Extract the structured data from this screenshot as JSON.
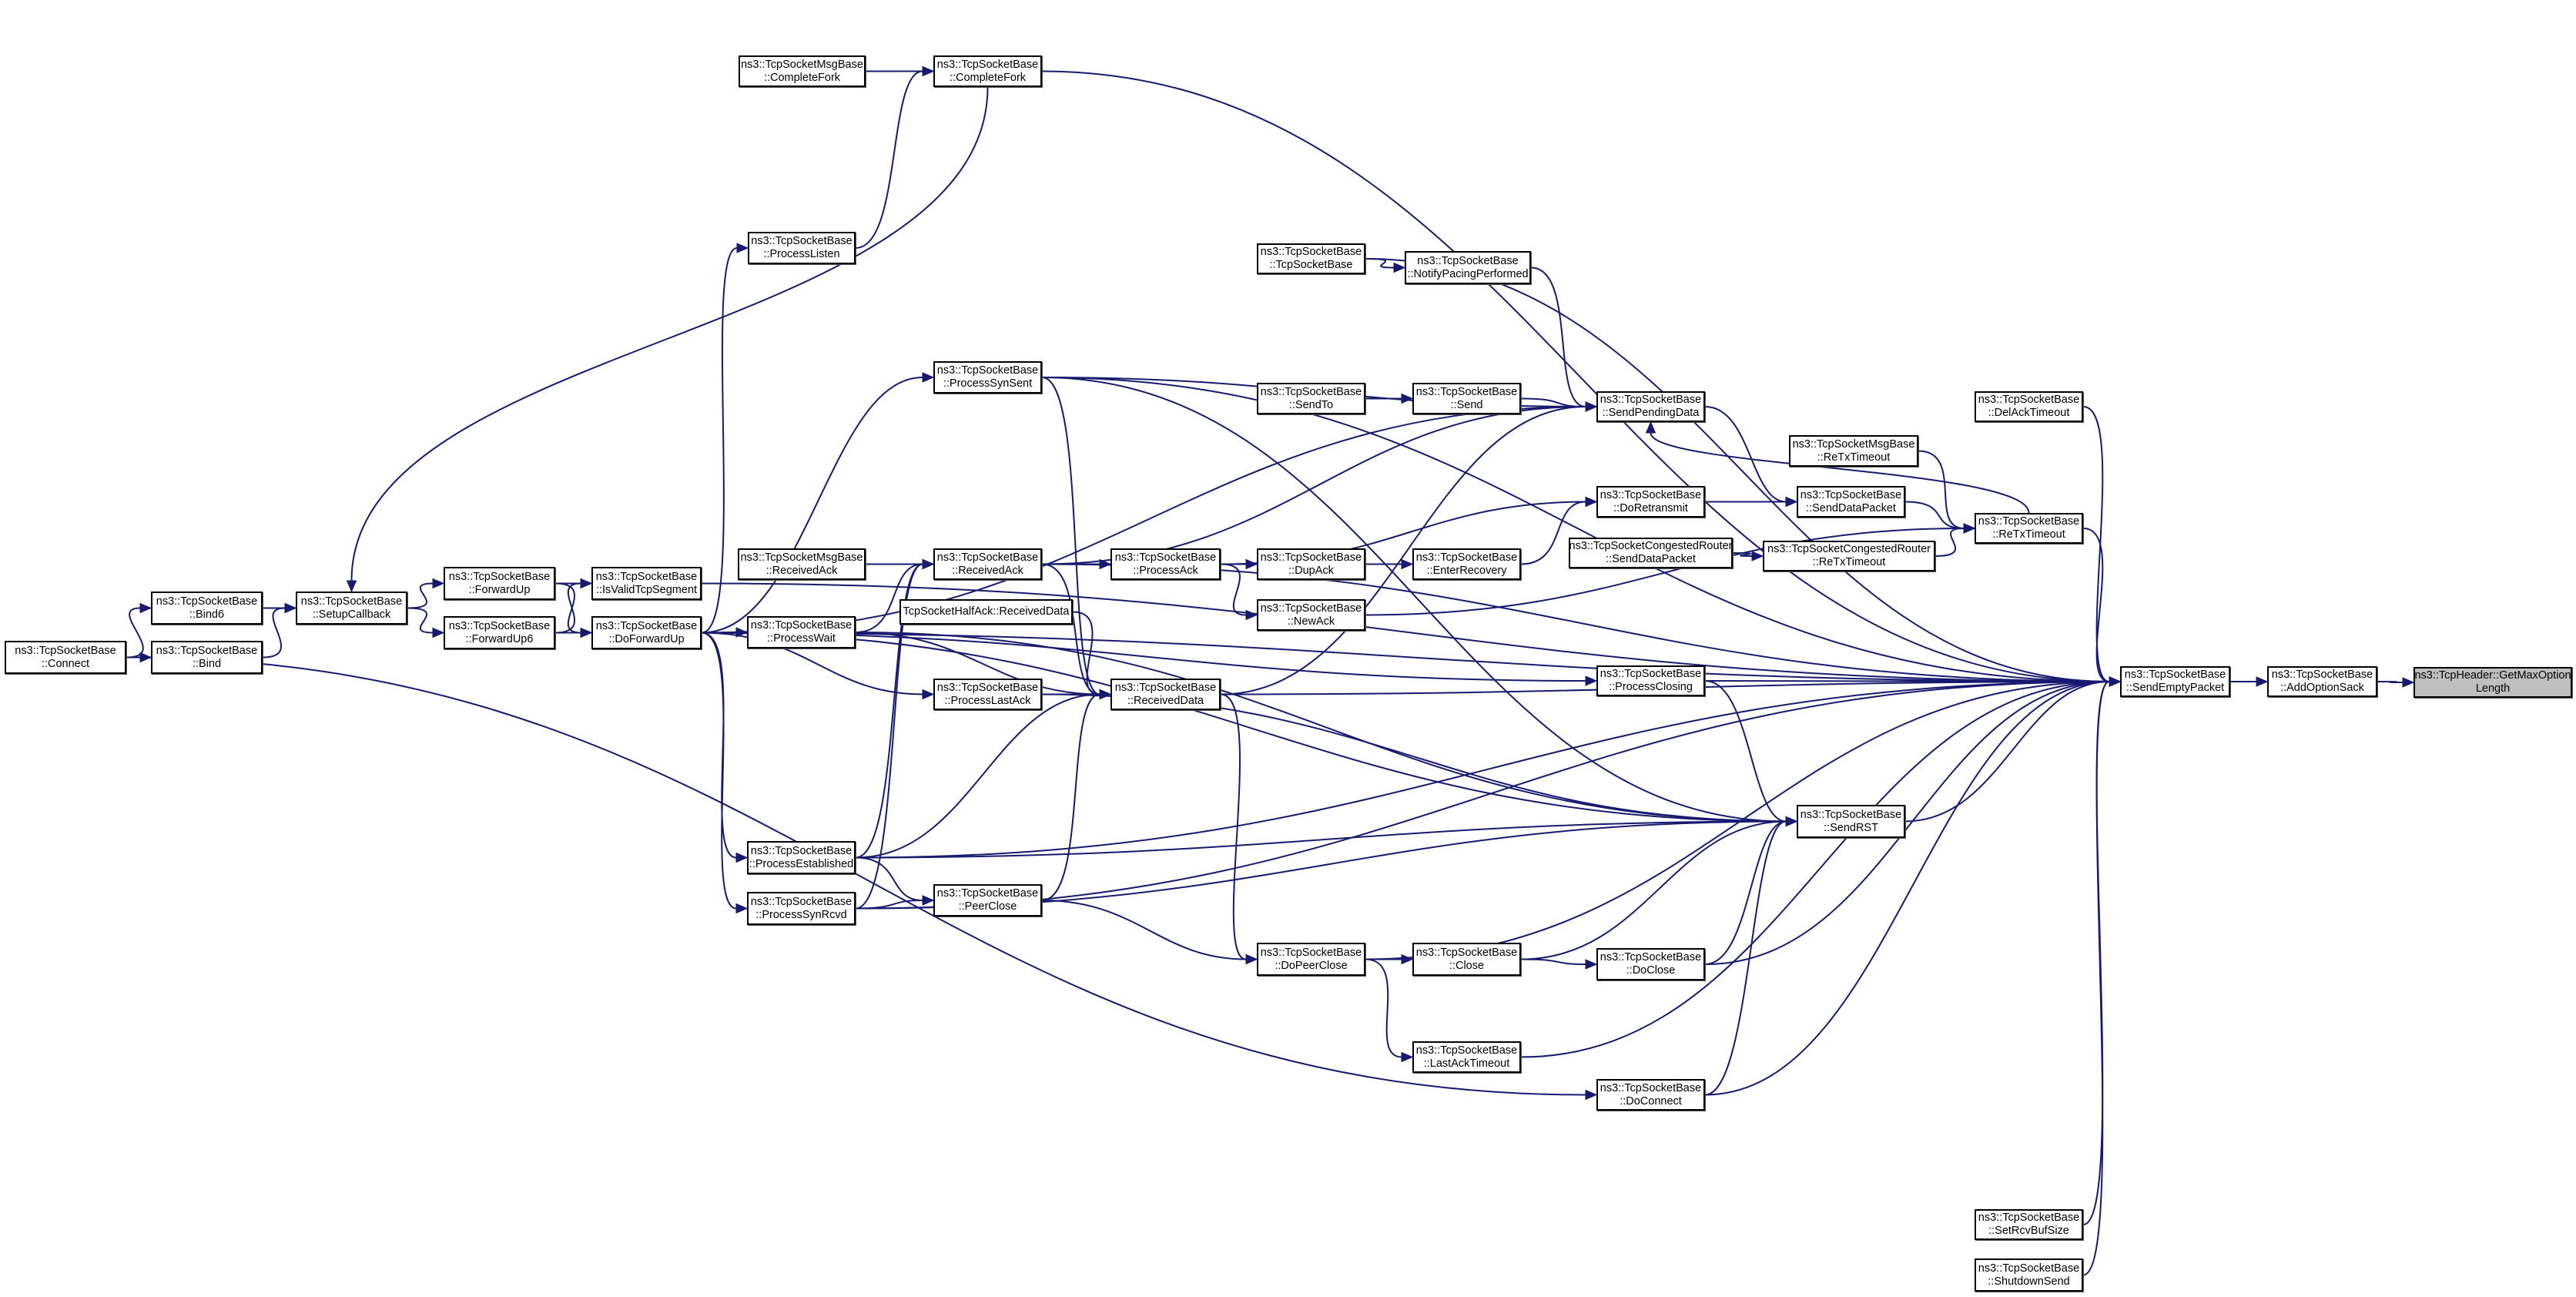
{
  "graph": {
    "type": "caller-graph",
    "colors": {
      "edge": "#191970",
      "node_border": "#000000",
      "node_fill": "#ffffff",
      "root_fill": "#bfbfbf"
    },
    "root": "GetMaxOptionLength",
    "nodes": [
      {
        "id": "Connect",
        "line1": "ns3::TcpSocketBase",
        "line2": "::Connect"
      },
      {
        "id": "Bind6",
        "line1": "ns3::TcpSocketBase",
        "line2": "::Bind6"
      },
      {
        "id": "Bind",
        "line1": "ns3::TcpSocketBase",
        "line2": "::Bind"
      },
      {
        "id": "SetupCallback",
        "line1": "ns3::TcpSocketBase",
        "line2": "::SetupCallback"
      },
      {
        "id": "ForwardUp",
        "line1": "ns3::TcpSocketBase",
        "line2": "::ForwardUp"
      },
      {
        "id": "ForwardUp6",
        "line1": "ns3::TcpSocketBase",
        "line2": "::ForwardUp6"
      },
      {
        "id": "IsValidTcpSegment",
        "line1": "ns3::TcpSocketBase",
        "line2": "::IsValidTcpSegment"
      },
      {
        "id": "DoForwardUp",
        "line1": "ns3::TcpSocketBase",
        "line2": "::DoForwardUp"
      },
      {
        "id": "MsgCompleteFork",
        "line1": "ns3::TcpSocketMsgBase",
        "line2": "::CompleteFork"
      },
      {
        "id": "CompleteFork",
        "line1": "ns3::TcpSocketBase",
        "line2": "::CompleteFork"
      },
      {
        "id": "ProcessListen",
        "line1": "ns3::TcpSocketBase",
        "line2": "::ProcessListen"
      },
      {
        "id": "ProcessSynSent",
        "line1": "ns3::TcpSocketBase",
        "line2": "::ProcessSynSent"
      },
      {
        "id": "MsgReceivedAck",
        "line1": "ns3::TcpSocketMsgBase",
        "line2": "::ReceivedAck"
      },
      {
        "id": "ReceivedAck",
        "line1": "ns3::TcpSocketBase",
        "line2": "::ReceivedAck"
      },
      {
        "id": "ProcessWait",
        "line1": "ns3::TcpSocketBase",
        "line2": "::ProcessWait"
      },
      {
        "id": "HalfAckReceivedData",
        "line1": "TcpSocketHalfAck::ReceivedData",
        "line2": ""
      },
      {
        "id": "ProcessLastAck",
        "line1": "ns3::TcpSocketBase",
        "line2": "::ProcessLastAck"
      },
      {
        "id": "ProcessAck",
        "line1": "ns3::TcpSocketBase",
        "line2": "::ProcessAck"
      },
      {
        "id": "ReceivedData",
        "line1": "ns3::TcpSocketBase",
        "line2": "::ReceivedData"
      },
      {
        "id": "ProcessEstablished",
        "line1": "ns3::TcpSocketBase",
        "line2": "::ProcessEstablished"
      },
      {
        "id": "ProcessSynRcvd",
        "line1": "ns3::TcpSocketBase",
        "line2": "::ProcessSynRcvd"
      },
      {
        "id": "PeerClose",
        "line1": "ns3::TcpSocketBase",
        "line2": "::PeerClose"
      },
      {
        "id": "DoPeerClose",
        "line1": "ns3::TcpSocketBase",
        "line2": "::DoPeerClose"
      },
      {
        "id": "Close",
        "line1": "ns3::TcpSocketBase",
        "line2": "::Close"
      },
      {
        "id": "DoClose",
        "line1": "ns3::TcpSocketBase",
        "line2": "::DoClose"
      },
      {
        "id": "LastAckTimeout",
        "line1": "ns3::TcpSocketBase",
        "line2": "::LastAckTimeout"
      },
      {
        "id": "DoConnect",
        "line1": "ns3::TcpSocketBase",
        "line2": "::DoConnect"
      },
      {
        "id": "Ctor",
        "line1": "ns3::TcpSocketBase",
        "line2": "::TcpSocketBase"
      },
      {
        "id": "NotifyPacingPerformed",
        "line1": "ns3::TcpSocketBase",
        "line2": "::NotifyPacingPerformed"
      },
      {
        "id": "SendTo",
        "line1": "ns3::TcpSocketBase",
        "line2": "::SendTo"
      },
      {
        "id": "Send",
        "line1": "ns3::TcpSocketBase",
        "line2": "::Send"
      },
      {
        "id": "SendPendingData",
        "line1": "ns3::TcpSocketBase",
        "line2": "::SendPendingData"
      },
      {
        "id": "DoRetransmit",
        "line1": "ns3::TcpSocketBase",
        "line2": "::DoRetransmit"
      },
      {
        "id": "DupAck",
        "line1": "ns3::TcpSocketBase",
        "line2": "::DupAck"
      },
      {
        "id": "EnterRecovery",
        "line1": "ns3::TcpSocketBase",
        "line2": "::EnterRecovery"
      },
      {
        "id": "NewAck",
        "line1": "ns3::TcpSocketBase",
        "line2": "::NewAck"
      },
      {
        "id": "CRSendDataPacket",
        "line1": "ns3::TcpSocketCongestedRouter",
        "line2": "::SendDataPacket"
      },
      {
        "id": "SendDataPacket",
        "line1": "ns3::TcpSocketBase",
        "line2": "::SendDataPacket"
      },
      {
        "id": "MsgReTxTimeout",
        "line1": "ns3::TcpSocketMsgBase",
        "line2": "::ReTxTimeout"
      },
      {
        "id": "CRReTxTimeout",
        "line1": "ns3::TcpSocketCongestedRouter",
        "line2": "::ReTxTimeout"
      },
      {
        "id": "ReTxTimeout",
        "line1": "ns3::TcpSocketBase",
        "line2": "::ReTxTimeout"
      },
      {
        "id": "DelAckTimeout",
        "line1": "ns3::TcpSocketBase",
        "line2": "::DelAckTimeout"
      },
      {
        "id": "ProcessClosing",
        "line1": "ns3::TcpSocketBase",
        "line2": "::ProcessClosing"
      },
      {
        "id": "SendRST",
        "line1": "ns3::TcpSocketBase",
        "line2": "::SendRST"
      },
      {
        "id": "SendEmptyPacket",
        "line1": "ns3::TcpSocketBase",
        "line2": "::SendEmptyPacket"
      },
      {
        "id": "AddOptionSack",
        "line1": "ns3::TcpSocketBase",
        "line2": "::AddOptionSack"
      },
      {
        "id": "GetMaxOptionLength",
        "line1": "ns3::TcpHeader::GetMaxOption",
        "line2": "Length"
      },
      {
        "id": "SetRcvBufSize",
        "line1": "ns3::TcpSocketBase",
        "line2": "::SetRcvBufSize"
      },
      {
        "id": "ShutdownSend",
        "line1": "ns3::TcpSocketBase",
        "line2": "::ShutdownSend"
      }
    ],
    "edges": [
      [
        "Connect",
        "Bind6"
      ],
      [
        "Connect",
        "Bind"
      ],
      [
        "Connect",
        "DoConnect"
      ],
      [
        "Bind6",
        "SetupCallback"
      ],
      [
        "Bind",
        "SetupCallback"
      ],
      [
        "SetupCallback",
        "ForwardUp"
      ],
      [
        "SetupCallback",
        "ForwardUp6"
      ],
      [
        "CompleteFork",
        "SetupCallback"
      ],
      [
        "ForwardUp",
        "IsValidTcpSegment"
      ],
      [
        "ForwardUp",
        "DoForwardUp"
      ],
      [
        "ForwardUp6",
        "IsValidTcpSegment"
      ],
      [
        "ForwardUp6",
        "DoForwardUp"
      ],
      [
        "IsValidTcpSegment",
        "SendEmptyPacket"
      ],
      [
        "MsgCompleteFork",
        "CompleteFork"
      ],
      [
        "ProcessListen",
        "CompleteFork"
      ],
      [
        "CompleteFork",
        "SendEmptyPacket"
      ],
      [
        "DoForwardUp",
        "ProcessListen"
      ],
      [
        "DoForwardUp",
        "ProcessSynSent"
      ],
      [
        "DoForwardUp",
        "ProcessWait"
      ],
      [
        "DoForwardUp",
        "ProcessLastAck"
      ],
      [
        "DoForwardUp",
        "ProcessEstablished"
      ],
      [
        "DoForwardUp",
        "ProcessSynRcvd"
      ],
      [
        "DoForwardUp",
        "SendPendingData"
      ],
      [
        "DoForwardUp",
        "SendEmptyPacket"
      ],
      [
        "DoForwardUp",
        "ProcessClosing"
      ],
      [
        "DoForwardUp",
        "SendRST"
      ],
      [
        "ProcessSynSent",
        "SendPendingData"
      ],
      [
        "ProcessSynSent",
        "SendEmptyPacket"
      ],
      [
        "ProcessSynSent",
        "ReceivedData"
      ],
      [
        "ProcessSynSent",
        "SendRST"
      ],
      [
        "MsgReceivedAck",
        "ReceivedAck"
      ],
      [
        "ProcessWait",
        "ReceivedAck"
      ],
      [
        "ProcessEstablished",
        "ReceivedAck"
      ],
      [
        "ProcessSynRcvd",
        "ReceivedAck"
      ],
      [
        "ReceivedAck",
        "ProcessAck"
      ],
      [
        "ReceivedAck",
        "SendPendingData"
      ],
      [
        "ReceivedAck",
        "ReceivedData"
      ],
      [
        "ReceivedAck",
        "SendEmptyPacket"
      ],
      [
        "ProcessAck",
        "DupAck"
      ],
      [
        "ProcessAck",
        "NewAck"
      ],
      [
        "ProcessAck",
        "DoRetransmit"
      ],
      [
        "DupAck",
        "EnterRecovery"
      ],
      [
        "EnterRecovery",
        "DoRetransmit"
      ],
      [
        "DoRetransmit",
        "SendDataPacket"
      ],
      [
        "SendDataPacket",
        "ReTxTimeout"
      ],
      [
        "NewAck",
        "ReTxTimeout"
      ],
      [
        "Ctor",
        "NotifyPacingPerformed"
      ],
      [
        "Ctor",
        "SendEmptyPacket"
      ],
      [
        "NotifyPacingPerformed",
        "SendPendingData"
      ],
      [
        "SendTo",
        "Send"
      ],
      [
        "Send",
        "SendPendingData"
      ],
      [
        "SendPendingData",
        "SendDataPacket"
      ],
      [
        "ReTxTimeout",
        "SendPendingData"
      ],
      [
        "ReTxTimeout",
        "SendEmptyPacket"
      ],
      [
        "DelAckTimeout",
        "SendEmptyPacket"
      ],
      [
        "MsgReTxTimeout",
        "ReTxTimeout"
      ],
      [
        "CRReTxTimeout",
        "ReTxTimeout"
      ],
      [
        "CRSendDataPacket",
        "CRReTxTimeout"
      ],
      [
        "HalfAckReceivedData",
        "ReceivedData"
      ],
      [
        "ProcessWait",
        "ReceivedData"
      ],
      [
        "ProcessLastAck",
        "ReceivedData"
      ],
      [
        "ProcessEstablished",
        "ReceivedData"
      ],
      [
        "PeerClose",
        "ReceivedData"
      ],
      [
        "ReceivedData",
        "SendEmptyPacket"
      ],
      [
        "ReceivedData",
        "DoPeerClose"
      ],
      [
        "ReceivedData",
        "SendPendingData"
      ],
      [
        "ProcessWait",
        "SendRST"
      ],
      [
        "ProcessLastAck",
        "SendRST"
      ],
      [
        "ProcessEstablished",
        "SendRST"
      ],
      [
        "ProcessSynRcvd",
        "SendRST"
      ],
      [
        "ProcessEstablished",
        "PeerClose"
      ],
      [
        "ProcessSynRcvd",
        "PeerClose"
      ],
      [
        "PeerClose",
        "DoPeerClose"
      ],
      [
        "ProcessClosing",
        "SendEmptyPacket"
      ],
      [
        "ProcessClosing",
        "SendRST"
      ],
      [
        "DoPeerClose",
        "Close"
      ],
      [
        "DoPeerClose",
        "LastAckTimeout"
      ],
      [
        "DoPeerClose",
        "SendEmptyPacket"
      ],
      [
        "Close",
        "DoClose"
      ],
      [
        "Close",
        "SendRST"
      ],
      [
        "DoClose",
        "SendRST"
      ],
      [
        "DoClose",
        "SendEmptyPacket"
      ],
      [
        "LastAckTimeout",
        "SendEmptyPacket"
      ],
      [
        "DoConnect",
        "SendEmptyPacket"
      ],
      [
        "DoConnect",
        "SendRST"
      ],
      [
        "SendRST",
        "SendEmptyPacket"
      ],
      [
        "ProcessEstablished",
        "SendEmptyPacket"
      ],
      [
        "ProcessSynRcvd",
        "SendEmptyPacket"
      ],
      [
        "SetRcvBufSize",
        "SendEmptyPacket"
      ],
      [
        "ShutdownSend",
        "SendEmptyPacket"
      ],
      [
        "SendEmptyPacket",
        "AddOptionSack"
      ],
      [
        "AddOptionSack",
        "GetMaxOptionLength"
      ]
    ]
  }
}
